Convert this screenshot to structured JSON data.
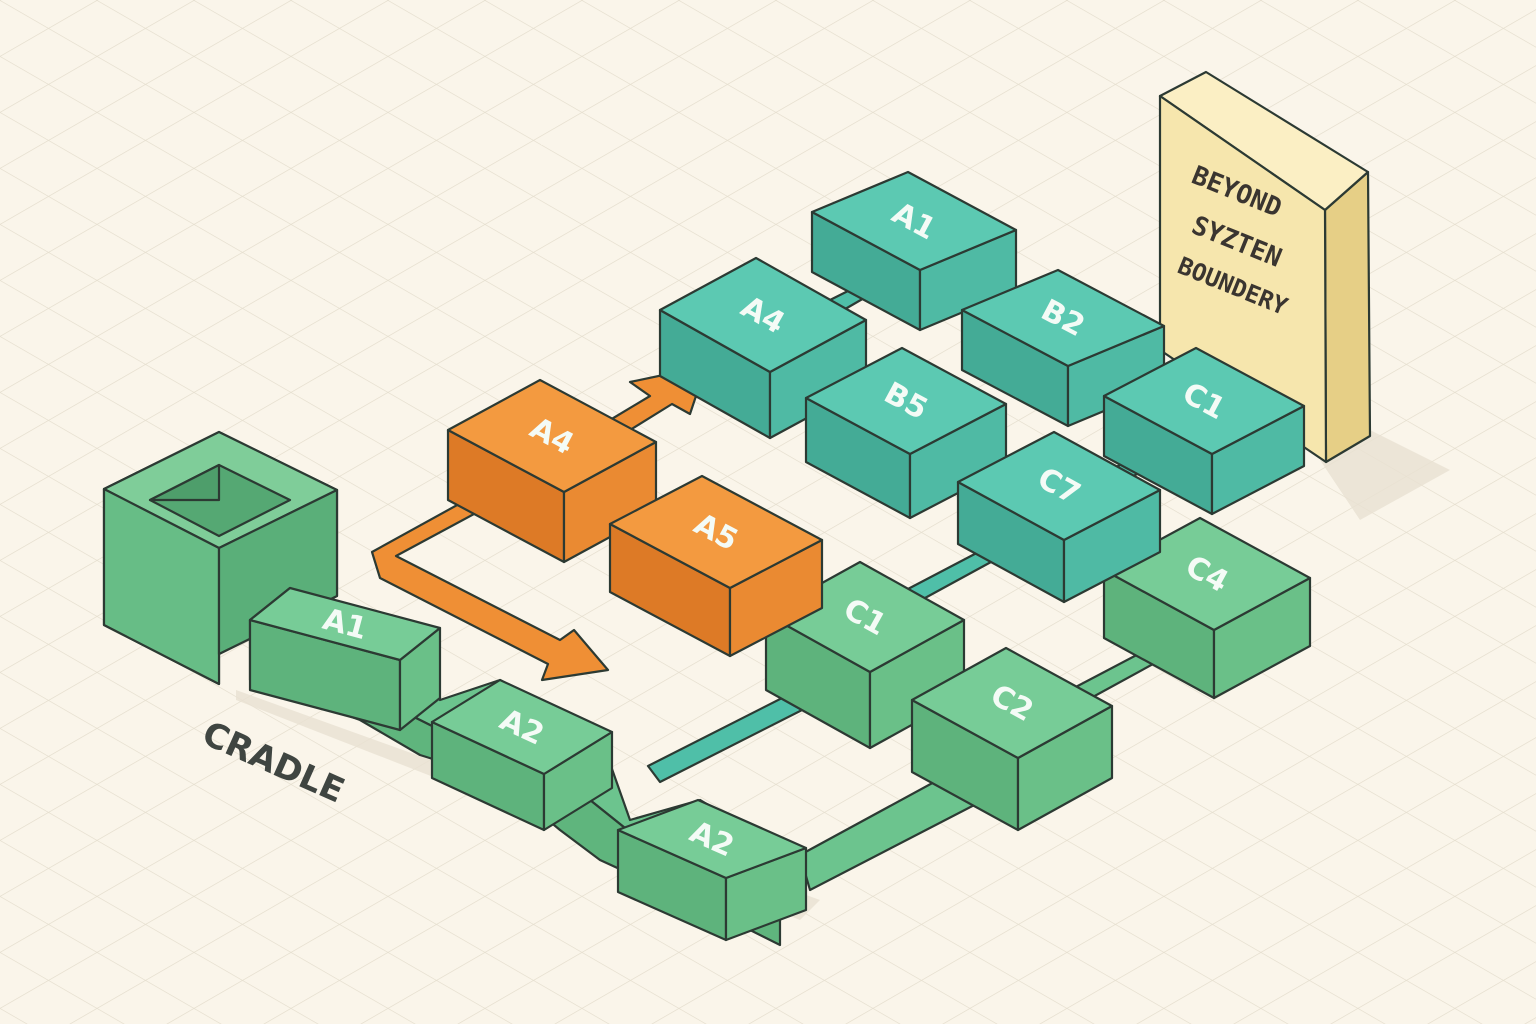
{
  "colors": {
    "background": "#faf5ea",
    "grid": "#e4ddcd",
    "green": "#6cc48e",
    "teal": "#4fbfa8",
    "orange": "#ef8f35",
    "pillar": "#f6e6ad"
  },
  "labels": {
    "cradle": "CRADLE",
    "boundary": [
      "BEYOND",
      "SYZTEN",
      "BOUNDERY"
    ]
  },
  "blocks": [
    {
      "id": "green-a1",
      "label": "A1",
      "color": "green"
    },
    {
      "id": "green-a2-upper",
      "label": "A2",
      "color": "green"
    },
    {
      "id": "green-a2-lower",
      "label": "A2",
      "color": "green"
    },
    {
      "id": "green-c1",
      "label": "C1",
      "color": "green"
    },
    {
      "id": "green-c2",
      "label": "C2",
      "color": "green"
    },
    {
      "id": "green-c4",
      "label": "C4",
      "color": "green"
    },
    {
      "id": "orange-a4",
      "label": "A4",
      "color": "orange"
    },
    {
      "id": "orange-a5",
      "label": "A5",
      "color": "orange"
    },
    {
      "id": "teal-a4",
      "label": "A4",
      "color": "teal"
    },
    {
      "id": "teal-a1",
      "label": "A1",
      "color": "teal"
    },
    {
      "id": "teal-b5",
      "label": "B5",
      "color": "teal"
    },
    {
      "id": "teal-b2",
      "label": "B2",
      "color": "teal"
    },
    {
      "id": "teal-c7",
      "label": "C7",
      "color": "teal"
    },
    {
      "id": "teal-c1",
      "label": "C1",
      "color": "teal"
    }
  ]
}
